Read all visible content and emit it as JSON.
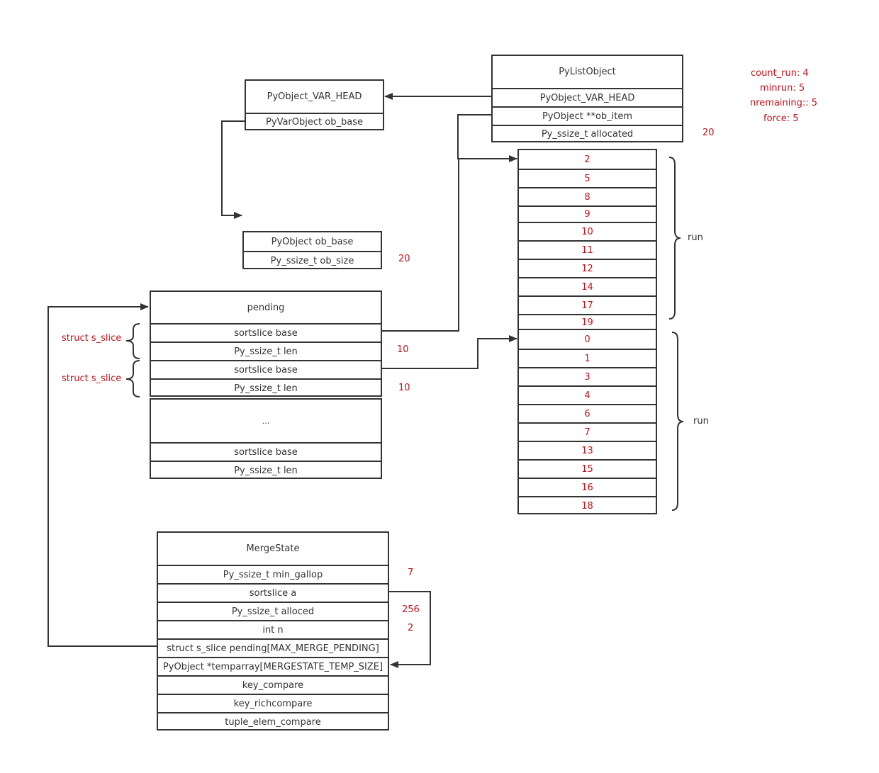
{
  "pylist": {
    "title": "PyListObject",
    "fields": [
      "PyObject_VAR_HEAD",
      "PyObject **ob_item",
      "Py_ssize_t allocated"
    ],
    "allocated_value": "20"
  },
  "var_head": {
    "title": "PyObject_VAR_HEAD",
    "fields": [
      "PyVarObject ob_base"
    ]
  },
  "varobject": {
    "fields": [
      "PyObject ob_base",
      "Py_ssize_t ob_size"
    ],
    "ob_size_value": "20"
  },
  "state_notes": [
    "count_run: 4",
    "minrun: 5",
    "nremaining:: 5",
    "force: 5"
  ],
  "items_run1": [
    "2",
    "5",
    "8",
    "9",
    "10",
    "11",
    "12",
    "14",
    "17",
    "19"
  ],
  "items_run2": [
    "0",
    "1",
    "3",
    "4",
    "6",
    "7",
    "13",
    "15",
    "16",
    "18"
  ],
  "run_label_1": "run",
  "run_label_2": "run",
  "pending": {
    "title": "pending",
    "fields": [
      "sortslice base",
      "Py_ssize_t len",
      "sortslice base",
      "Py_ssize_t len"
    ],
    "ellipsis": "...",
    "tail_fields": [
      "sortslice base",
      "Py_ssize_t len"
    ],
    "len_values": [
      "10",
      "10"
    ],
    "slice_labels": [
      "struct s_slice",
      "struct s_slice"
    ]
  },
  "mergestate": {
    "title": "MergeState",
    "fields": [
      "Py_ssize_t min_gallop",
      "sortslice a",
      "Py_ssize_t alloced",
      "int n",
      "struct s_slice pending[MAX_MERGE_PENDING]",
      "PyObject *temparray[MERGESTATE_TEMP_SIZE]",
      "key_compare",
      "key_richcompare",
      "tuple_elem_compare"
    ],
    "values": {
      "min_gallop": "7",
      "alloced": "256",
      "n": "2"
    }
  },
  "colors": {
    "line": "#333333",
    "accent": "#c0141c"
  }
}
